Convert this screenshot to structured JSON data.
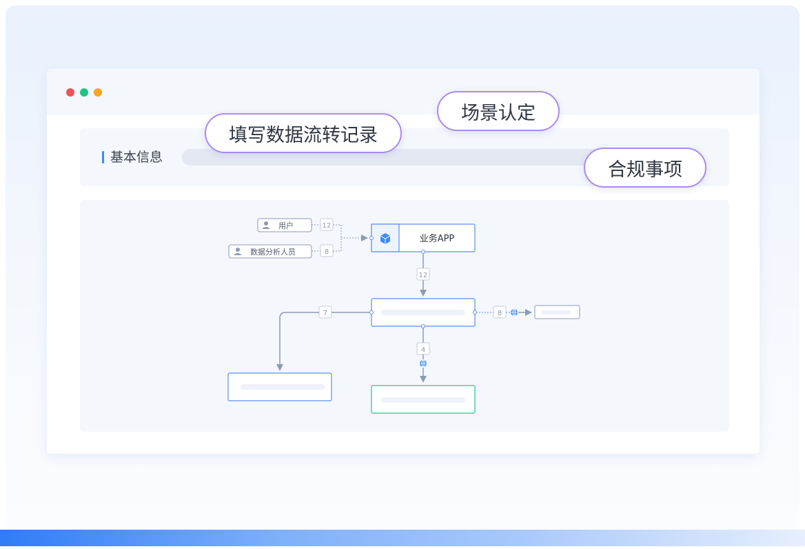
{
  "window": {
    "controls": [
      "close",
      "minimize",
      "maximize"
    ]
  },
  "info_section": {
    "label": "基本信息"
  },
  "badges": {
    "fill_records": "填写数据流转记录",
    "scene": "场景认定",
    "compliance": "合规事项"
  },
  "diagram": {
    "sources": [
      {
        "label": "用户",
        "count": "12",
        "icon": "user-icon"
      },
      {
        "label": "数据分析人员",
        "count": "8",
        "icon": "user-icon"
      }
    ],
    "app_node": {
      "label": "业务APP",
      "icon": "cube-icon"
    },
    "edges": {
      "app_to_center": "12",
      "center_to_left": "7",
      "center_to_right": "8",
      "center_to_bottom": "4"
    },
    "icons": {
      "external": "globe-icon"
    }
  },
  "colors": {
    "accent_blue": "#3e8bf7",
    "node_border": "#5b8ef0",
    "green_border": "#2fc18a",
    "badge_border": "#a98af0",
    "edge_gray": "#8c9ab3"
  }
}
